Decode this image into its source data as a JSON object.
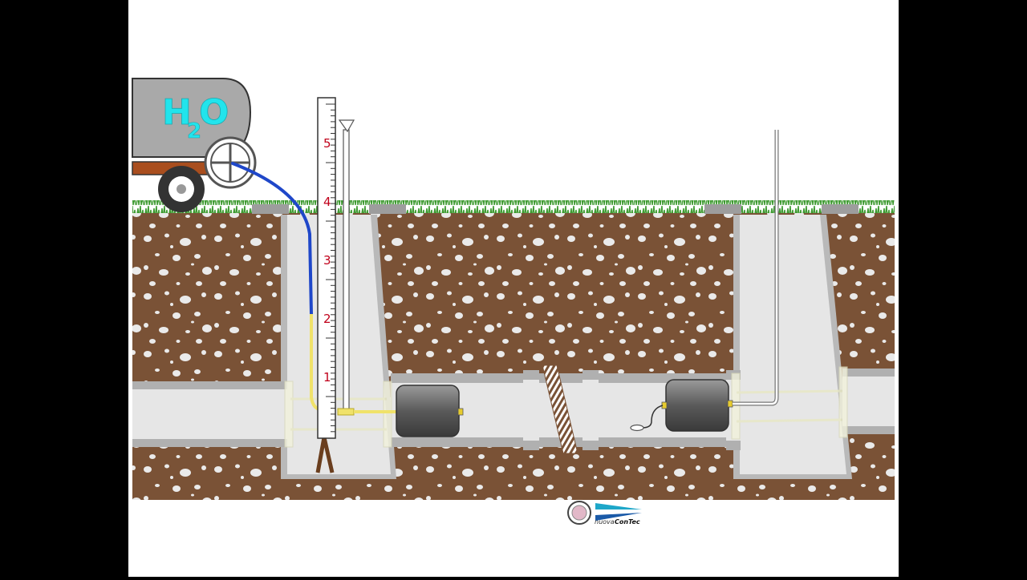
{
  "tank": {
    "label_h": "H",
    "label_sub": "2",
    "label_o": "O"
  },
  "ruler": {
    "marks": [
      "1",
      "2",
      "3",
      "4",
      "5"
    ]
  },
  "logo": {
    "brand_prefix": "nuova",
    "brand_suffix": "ConTec"
  },
  "colors": {
    "soil": "#7a5236",
    "pebble": "#eaeaea",
    "grass": "#3f9b32",
    "sky": "#ffffff",
    "concrete": "#b9b9b9",
    "trench": "#e6e6e6",
    "tank_body": "#a9a9a9",
    "chassis": "#a94e1e",
    "h2o_text": "#22e4ec",
    "hose_blue": "#1f47c9",
    "hose_yellow": "#f0e26a",
    "ruler_numbers": "#c0001a",
    "plug": "#6a6a6a"
  }
}
